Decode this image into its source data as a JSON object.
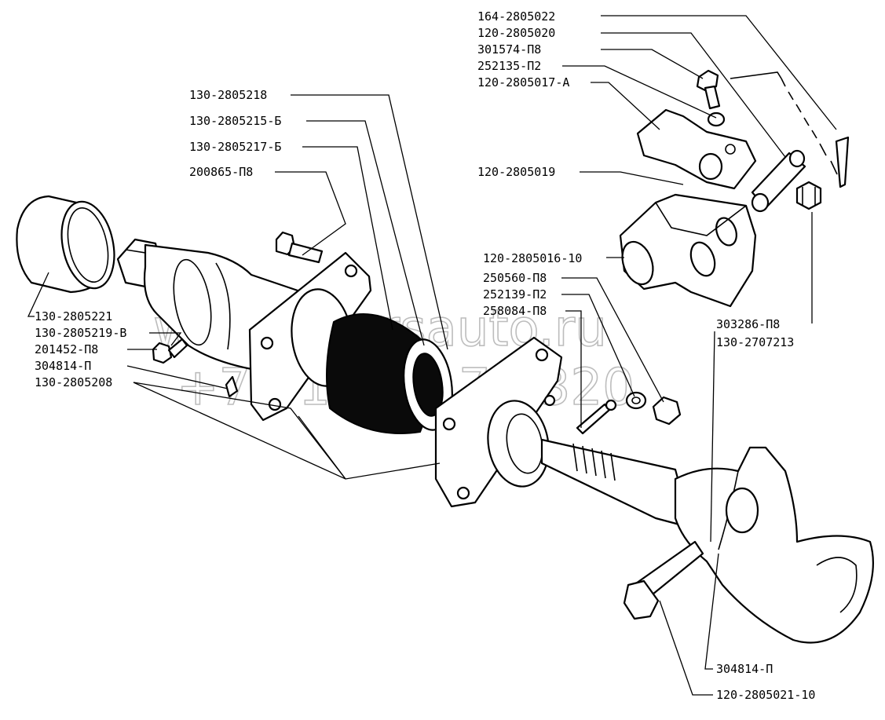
{
  "labels": {
    "l164_2805022": "164-2805022",
    "l120_2805020": "120-2805020",
    "l301574_p8": "301574-П8",
    "l252135_p2": "252135-П2",
    "l120_2805017_a": "120-2805017-А",
    "l120_2805019": "120-2805019",
    "l130_2805218": "130-2805218",
    "l130_2805215_b": "130-2805215-Б",
    "l130_2805217_b": "130-2805217-Б",
    "l200865_p8": "200865-П8",
    "l120_2805016_10": "120-2805016-10",
    "l250560_p8": "250560-П8",
    "l252139_p2": "252139-П2",
    "l258084_p8": "258084-П8",
    "l303286_p8": "303286-П8",
    "l130_2707213": "130-2707213",
    "l130_2805221": "130-2805221",
    "l130_2805219_v": "130-2805219-В",
    "l201452_p8": "201452-П8",
    "l304814_p_left": "304814-П",
    "l130_2805208": "130-2805208",
    "l304814_p_right": "304814-П",
    "l120_2805021_10": "120-2805021-10"
  },
  "watermark": {
    "line1": "www.aversauto.ru",
    "line2": "+7 912 80 78 320"
  }
}
